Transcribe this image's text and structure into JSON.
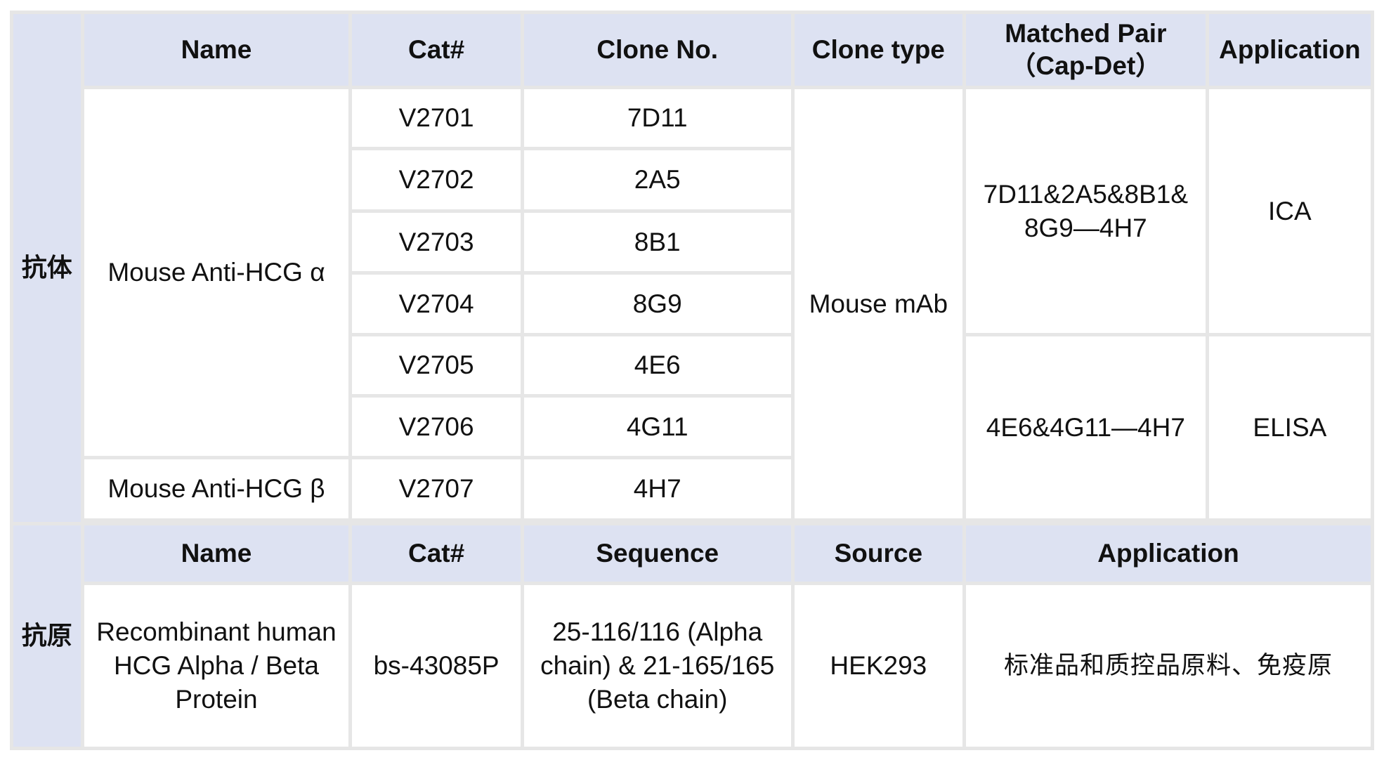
{
  "antibody_section": {
    "label": "抗体",
    "headers": {
      "name": "Name",
      "cat": "Cat#",
      "clone_no": "Clone No.",
      "clone_type": "Clone type",
      "matched_pair_line1": "Matched Pair",
      "matched_pair_line2": "（Cap-Det）",
      "application": "Application"
    },
    "groups": [
      {
        "name": "Mouse Anti-HCG α"
      },
      {
        "name": "Mouse Anti-HCG β"
      }
    ],
    "rows": [
      {
        "cat": "V2701",
        "clone": "7D11"
      },
      {
        "cat": "V2702",
        "clone": "2A5"
      },
      {
        "cat": "V2703",
        "clone": "8B1"
      },
      {
        "cat": "V2704",
        "clone": "8G9"
      },
      {
        "cat": "V2705",
        "clone": "4E6"
      },
      {
        "cat": "V2706",
        "clone": "4G11"
      },
      {
        "cat": "V2707",
        "clone": "4H7"
      }
    ],
    "clone_type": "Mouse mAb",
    "pairs": [
      {
        "line1": "7D11&2A5&8B1&",
        "line2": "8G9—4H7",
        "application": "ICA"
      },
      {
        "line1": "4E6&4G11—4H7",
        "application": "ELISA"
      }
    ]
  },
  "antigen_section": {
    "label": "抗原",
    "headers": {
      "name": "Name",
      "cat": "Cat#",
      "sequence": "Sequence",
      "source": "Source",
      "application": "Application"
    },
    "row": {
      "name_lines": [
        "Recombinant human",
        "HCG Alpha / Beta",
        "Protein"
      ],
      "cat": "bs-43085P",
      "sequence_lines": [
        "25-116/116 (Alpha",
        "chain) & 21-165/165",
        "(Beta chain)"
      ],
      "source": "HEK293",
      "application": "标准品和质控品原料、免疫原"
    }
  }
}
